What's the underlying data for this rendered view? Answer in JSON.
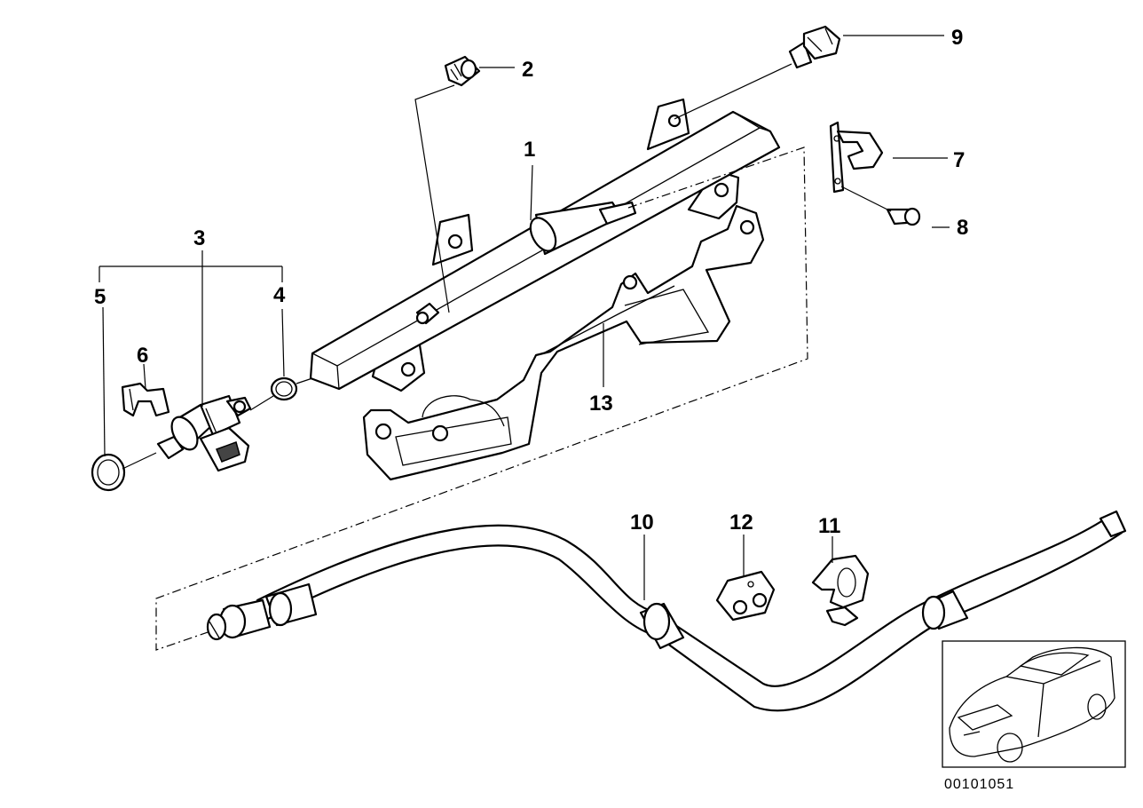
{
  "diagram": {
    "callouts": {
      "c1": "1",
      "c2": "2",
      "c3": "3",
      "c4": "4",
      "c5": "5",
      "c6": "6",
      "c7": "7",
      "c8": "8",
      "c9": "9",
      "c10": "10",
      "c11": "11",
      "c12": "12",
      "c13": "13"
    },
    "diagram_number": "00101051"
  }
}
